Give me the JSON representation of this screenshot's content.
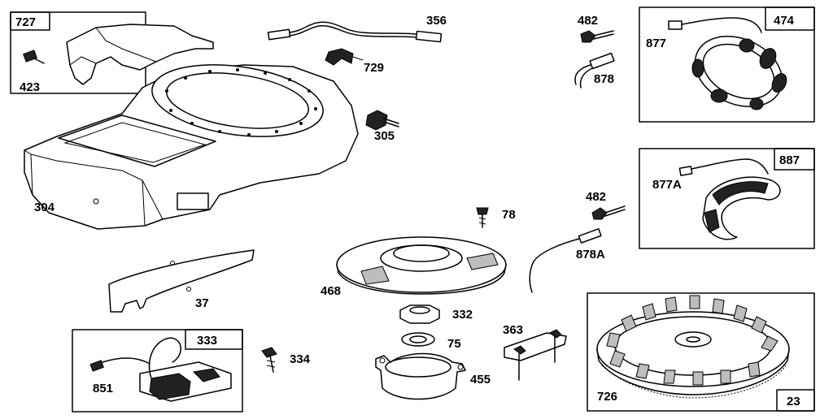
{
  "diagram": {
    "parts": {
      "p727": "727",
      "p423": "423",
      "p356": "356",
      "p729": "729",
      "p482a": "482",
      "p877": "877",
      "p474": "474",
      "p878": "878",
      "p305": "305",
      "p304": "304",
      "p887": "887",
      "p877A": "877A",
      "p482b": "482",
      "p78": "78",
      "p878A": "878A",
      "p468": "468",
      "p37": "37",
      "p332": "332",
      "p333": "333",
      "p334": "334",
      "p363": "363",
      "p75": "75",
      "p851": "851",
      "p455": "455",
      "p726": "726",
      "p23": "23"
    }
  }
}
